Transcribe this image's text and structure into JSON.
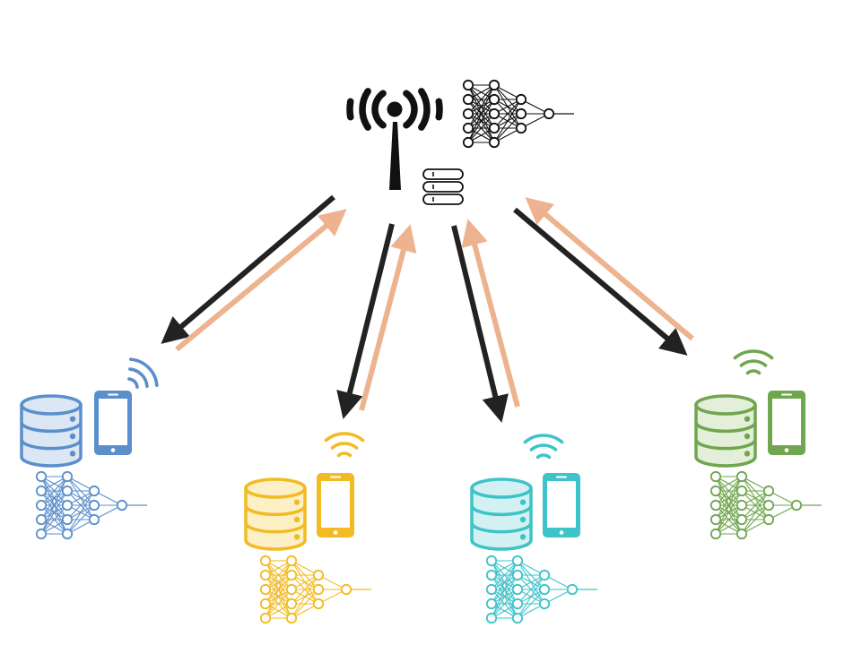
{
  "colors": {
    "server": "#111111",
    "downlink_arrow": "#222222",
    "uplink_arrow": "#EDB38F",
    "background": "#FFFFFF"
  },
  "server": {
    "icons": [
      "antenna-tower-icon",
      "server-rack-icon",
      "neural-network-icon"
    ]
  },
  "clients": [
    {
      "id": "client-1",
      "color": "#5B8FCB",
      "fill": "#DCE7F5",
      "icons": [
        "database-icon",
        "smartphone-icon",
        "wifi-signal-icon",
        "neural-network-icon"
      ]
    },
    {
      "id": "client-2",
      "color": "#F2BB22",
      "fill": "#FDF0C7",
      "icons": [
        "database-icon",
        "smartphone-icon",
        "wifi-signal-icon",
        "neural-network-icon"
      ]
    },
    {
      "id": "client-3",
      "color": "#3EC3C8",
      "fill": "#D3F1F2",
      "icons": [
        "database-icon",
        "smartphone-icon",
        "wifi-signal-icon",
        "neural-network-icon"
      ]
    },
    {
      "id": "client-4",
      "color": "#6FA64E",
      "fill": "#E3EFD9",
      "icons": [
        "database-icon",
        "smartphone-icon",
        "wifi-signal-icon",
        "neural-network-icon"
      ]
    }
  ],
  "links": [
    {
      "from": "server",
      "to": "client-1",
      "direction": "down"
    },
    {
      "from": "client-1",
      "to": "server",
      "direction": "up"
    },
    {
      "from": "server",
      "to": "client-2",
      "direction": "down"
    },
    {
      "from": "client-2",
      "to": "server",
      "direction": "up"
    },
    {
      "from": "server",
      "to": "client-3",
      "direction": "down"
    },
    {
      "from": "client-3",
      "to": "server",
      "direction": "up"
    },
    {
      "from": "server",
      "to": "client-4",
      "direction": "down"
    },
    {
      "from": "client-4",
      "to": "server",
      "direction": "up"
    }
  ]
}
